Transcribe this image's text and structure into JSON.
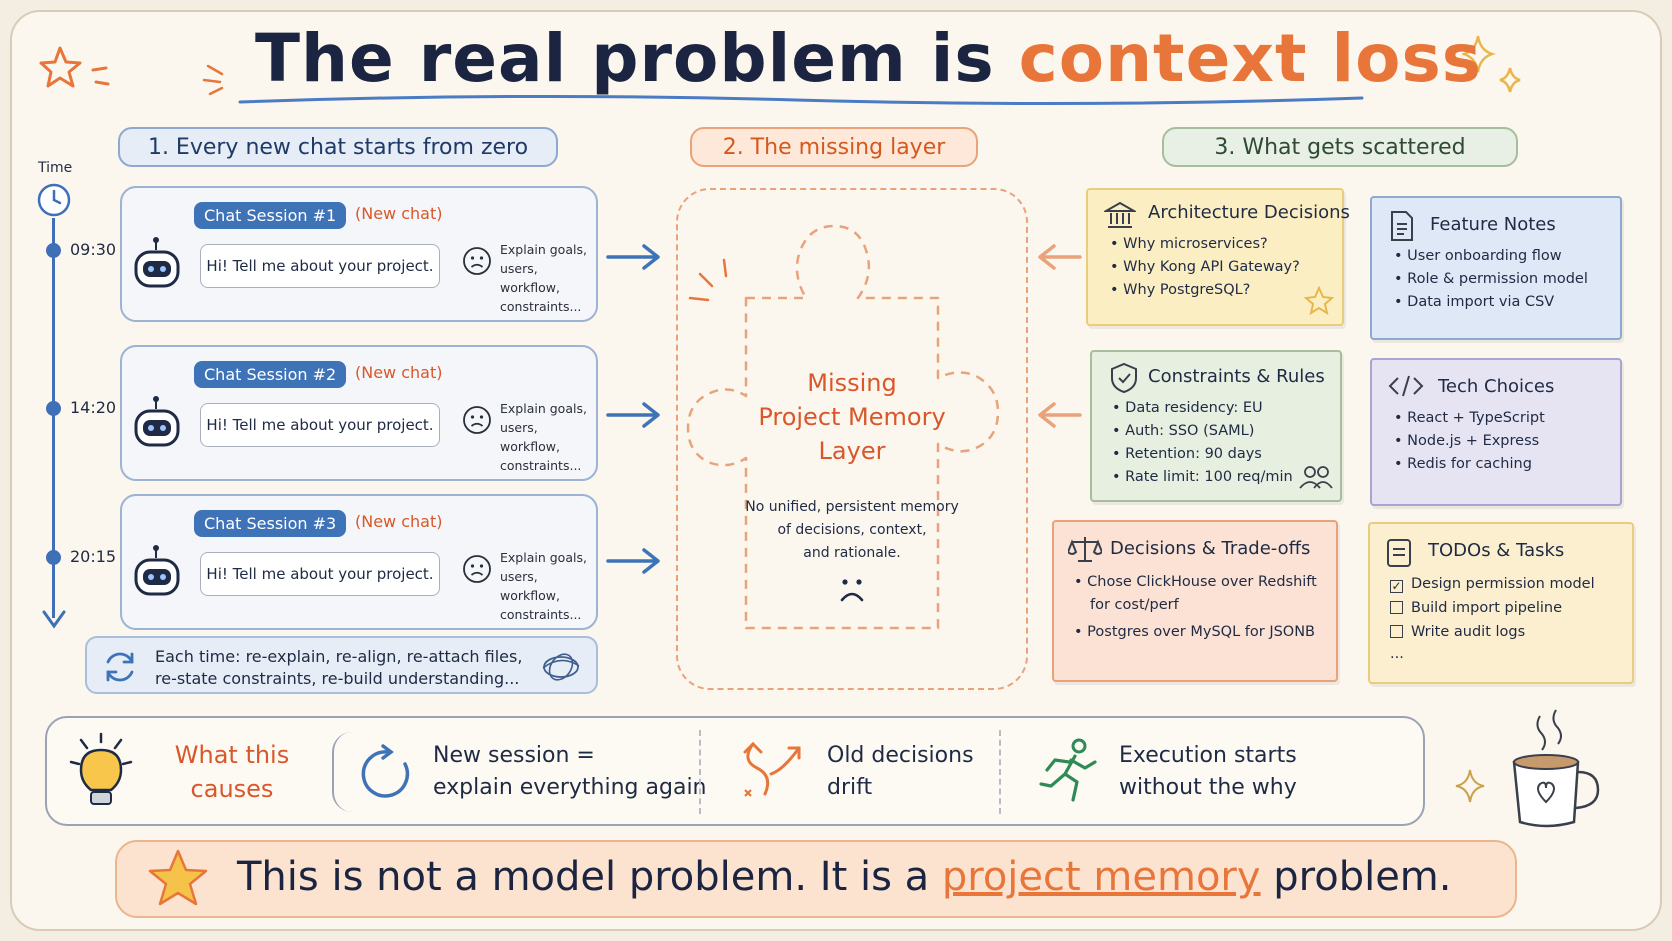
{
  "title": {
    "prefix": "The real problem is",
    "accent": "context loss"
  },
  "sections": {
    "s1": "1. Every new chat starts from zero",
    "s2": "2. The missing layer",
    "s3": "3. What gets scattered"
  },
  "timeline": {
    "label": "Time",
    "times": [
      "09:30",
      "14:20",
      "20:15"
    ]
  },
  "chats": [
    {
      "tag": "Chat Session #1",
      "new_label": "(New chat)",
      "bubble": "Hi! Tell me about your project.",
      "explain": [
        "Explain goals,",
        "users, workflow,",
        "constraints..."
      ]
    },
    {
      "tag": "Chat Session #2",
      "new_label": "(New chat)",
      "bubble": "Hi! Tell me about your project.",
      "explain": [
        "Explain goals,",
        "users, workflow,",
        "constraints..."
      ]
    },
    {
      "tag": "Chat Session #3",
      "new_label": "(New chat)",
      "bubble": "Hi! Tell me about your project.",
      "explain": [
        "Explain goals,",
        "users, workflow,",
        "constraints..."
      ]
    }
  ],
  "each_time": {
    "line1": "Each time: re-explain, re-align, re-attach files,",
    "line2": "re-state constraints, re-build understanding..."
  },
  "missing": {
    "title": [
      "Missing",
      "Project Memory",
      "Layer"
    ],
    "sub": [
      "No unified, persistent memory",
      "of decisions, context,",
      "and rationale."
    ]
  },
  "notes": {
    "architecture": {
      "title": "Architecture Decisions",
      "items": [
        "• Why microservices?",
        "• Why Kong API Gateway?",
        "• Why PostgreSQL?"
      ],
      "icon": "bank-icon"
    },
    "feature": {
      "title": "Feature Notes",
      "items": [
        "• User onboarding flow",
        "• Role & permission model",
        "• Data import via CSV"
      ],
      "icon": "document-icon"
    },
    "constraints": {
      "title": "Constraints & Rules",
      "items": [
        "• Data residency: EU",
        "• Auth: SSO (SAML)",
        "• Retention: 90 days",
        "• Rate limit: 100 req/min"
      ],
      "icon": "shield-icon"
    },
    "tech": {
      "title": "Tech Choices",
      "items": [
        "• React + TypeScript",
        "• Node.js + Express",
        "• Redis for caching"
      ],
      "icon": "code-icon"
    },
    "decisions": {
      "title": "Decisions & Trade-offs",
      "items": [
        "• Chose ClickHouse over Redshift",
        "for cost/perf",
        "• Postgres over MySQL for JSONB"
      ],
      "icon": "scale-icon"
    },
    "todos": {
      "title": "TODOs & Tasks",
      "items": [
        "Design permission model",
        "Build import pipeline",
        "Write audit logs",
        "..."
      ],
      "checked": [
        true,
        false,
        false
      ],
      "icon": "list-icon"
    }
  },
  "causes": {
    "label": [
      "What this",
      "causes"
    ],
    "items": [
      {
        "line1": "New session =",
        "line2": "explain everything again",
        "icon": "refresh-icon"
      },
      {
        "line1": "Old decisions",
        "line2": "drift",
        "icon": "drift-arrows-icon"
      },
      {
        "line1": "Execution starts",
        "line2": "without the why",
        "icon": "runner-icon"
      }
    ]
  },
  "banner": {
    "part1": "This is not a model problem.",
    "part2": "It is a",
    "accent": "project memory",
    "part3": "problem."
  },
  "colors": {
    "accent_orange": "#e8763a",
    "blue": "#3f73b8",
    "navy": "#1b2440",
    "green": "#2f8a57"
  }
}
